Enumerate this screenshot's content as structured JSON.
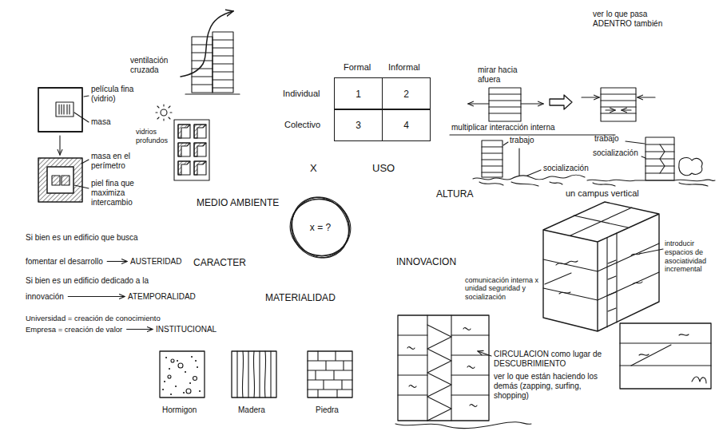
{
  "diagram": {
    "nodes": [
      {
        "text": [
          "1"
        ]
      },
      {
        "text": [
          "2"
        ]
      },
      {
        "text": [
          "3"
        ]
      },
      {
        "text": [
          "4"
        ]
      },
      {
        "text": [
          "x = ?"
        ]
      }
    ],
    "labels": [
      "ventilación cruzada",
      "película fina (vidrio)",
      "masa",
      "masa en el perímetro",
      "piel fina que maximiza intercambio",
      "vidrios profundos",
      "Formal",
      "Informal",
      "Individual",
      "Colectivo",
      "mirar hacia afuera",
      "ver lo que pasa ADENTRO también",
      "multiplicar interacción interna",
      "trabajo",
      "socialización",
      "trabajo",
      "socialización",
      "un campus vertical",
      "X",
      "USO",
      "MEDIO AMBIENTE",
      "ALTURA",
      "CARACTER",
      "INNOVACION",
      "MATERIALIDAD",
      "Si bien es un edificio que busca fomentar el desarrollo",
      "AUSTERIDAD",
      "Si bien es un edificio dedicado a la innovación",
      "ATEMPORALIDAD",
      "Universidad = creación de conocimiento",
      "Empresa = creación de valor",
      "INSTITUCIONAL",
      "Hormigon",
      "Madera",
      "Piedra",
      "comunicación interna x unidad seguridad y socialización",
      "introducir espacios de asociatividad incremental",
      "CIRCULACION como lugar de DESCUBRIMIENTO",
      "ver lo que están haciendo los demás (zapping, surfing, shopping)"
    ]
  }
}
